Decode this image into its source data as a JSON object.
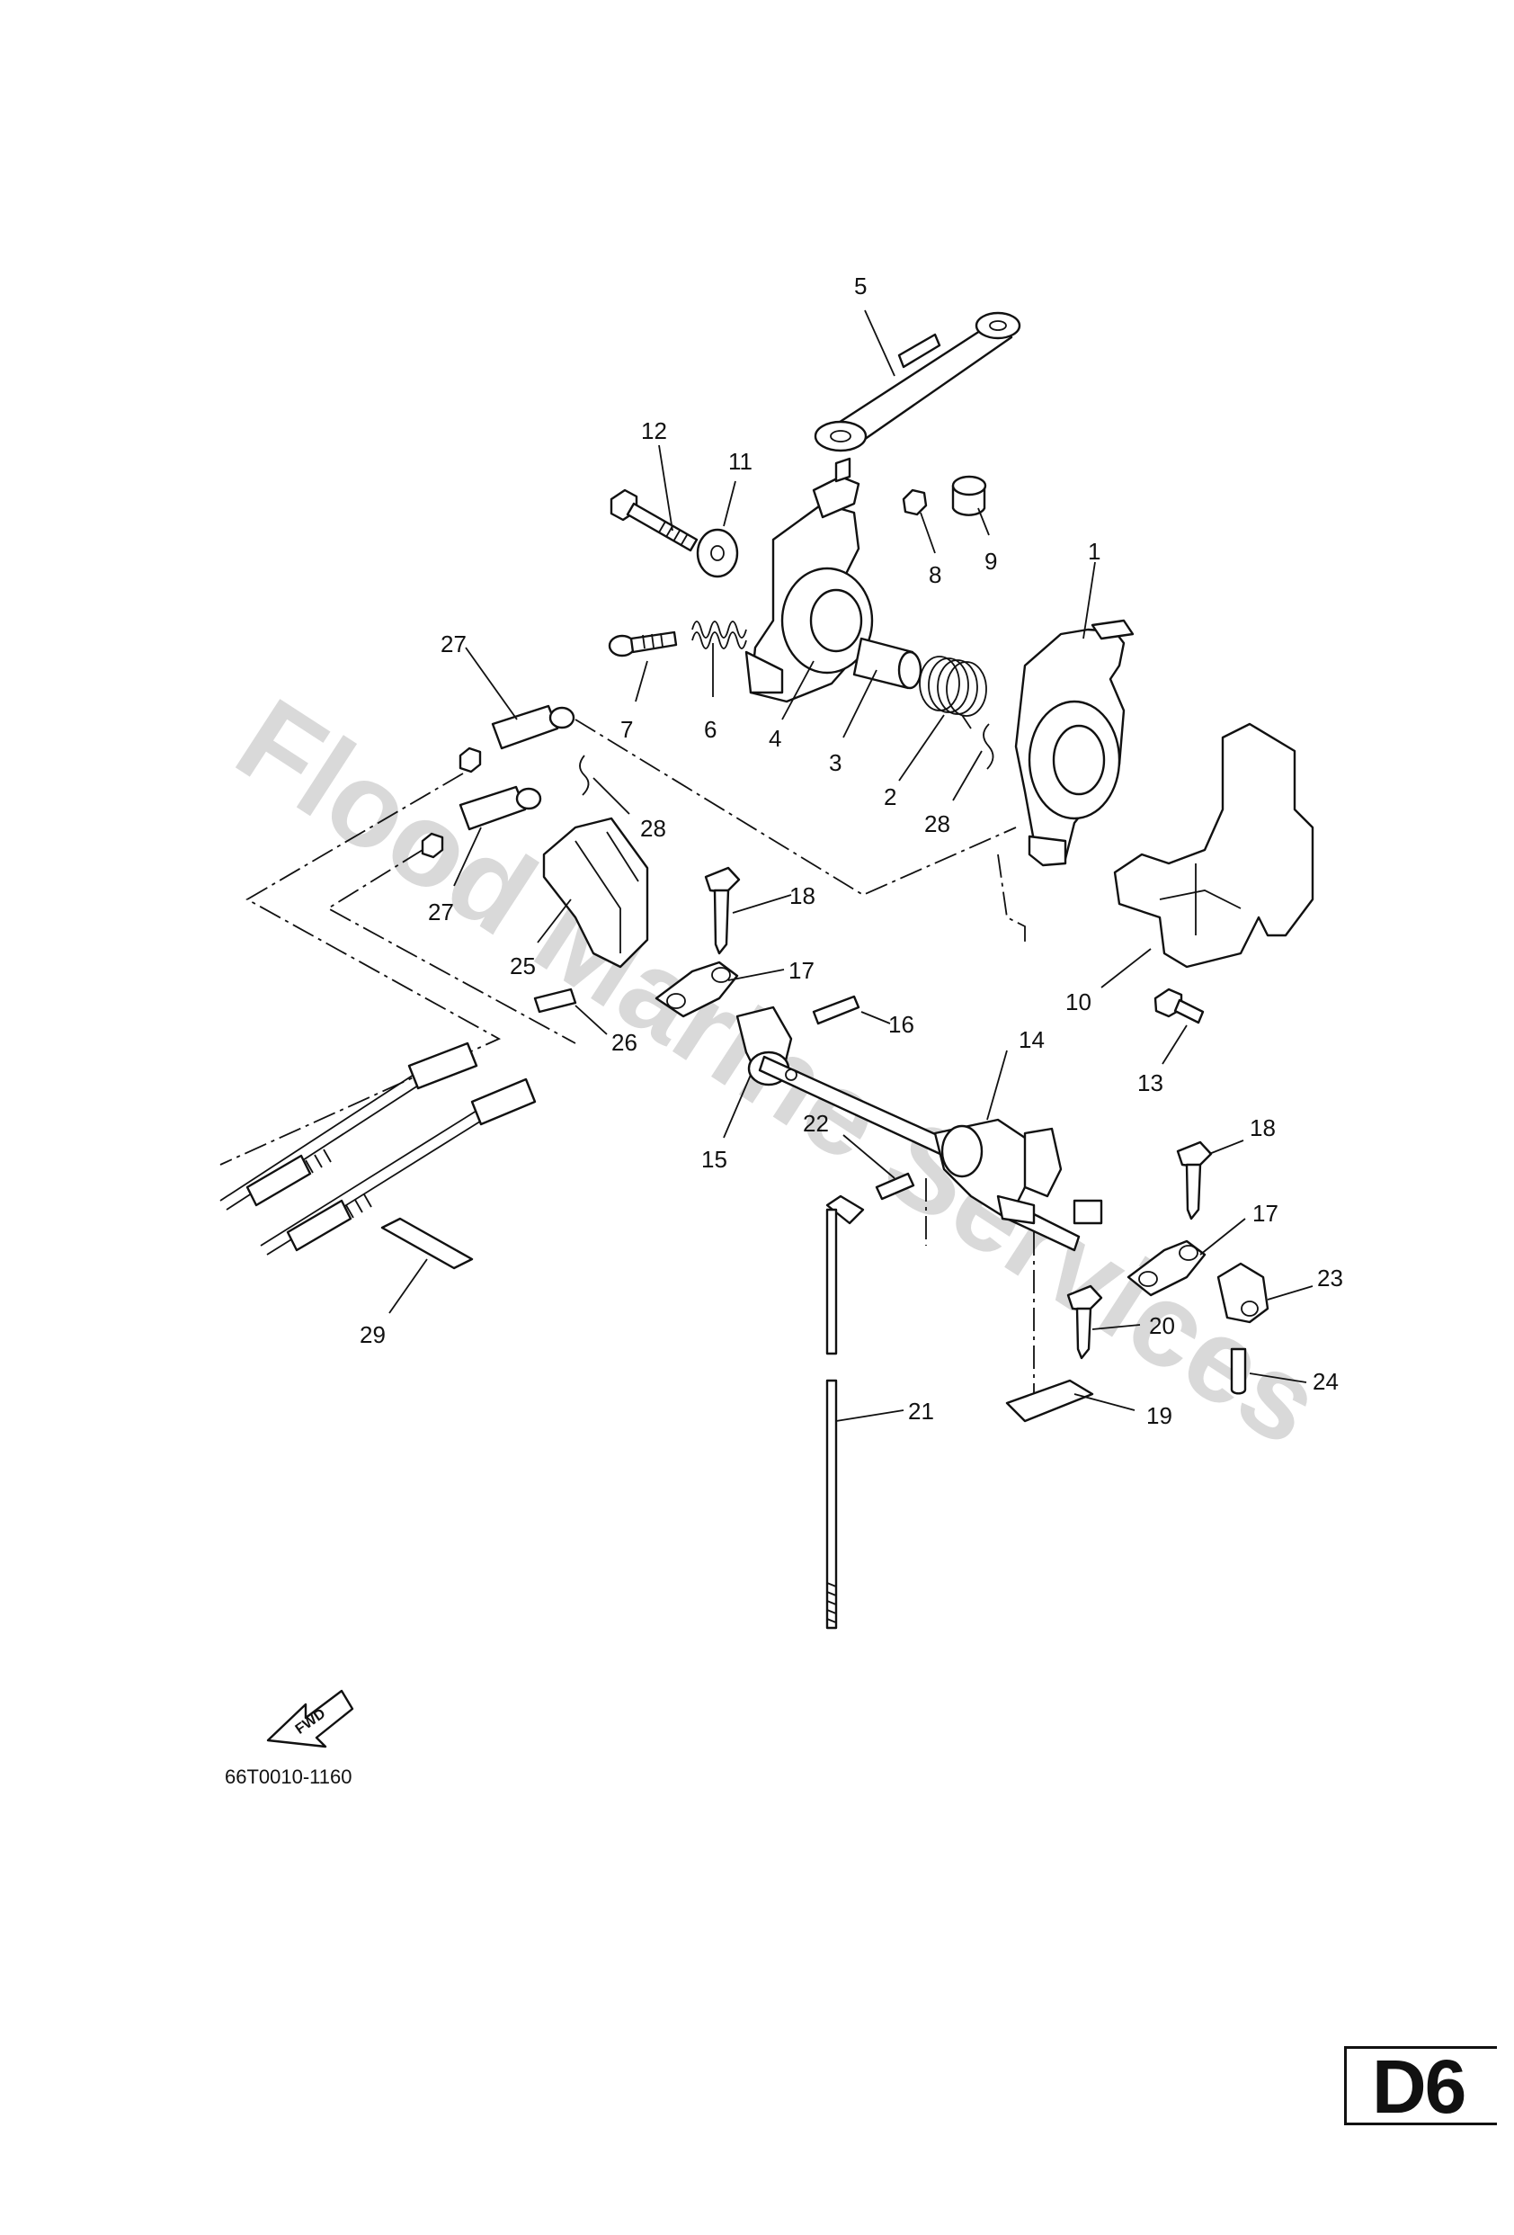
{
  "watermark": "Flood Marine Services",
  "diagram_code": "66T0010-1160",
  "fwd_label": "FWD",
  "page_code": "D6",
  "callouts": [
    "5",
    "12",
    "11",
    "8",
    "9",
    "1",
    "27",
    "7",
    "6",
    "4",
    "3",
    "2",
    "28",
    "28",
    "18",
    "17",
    "27",
    "25",
    "26",
    "16",
    "10",
    "13",
    "14",
    "15",
    "22",
    "18",
    "17",
    "23",
    "20",
    "24",
    "19",
    "21",
    "29"
  ]
}
